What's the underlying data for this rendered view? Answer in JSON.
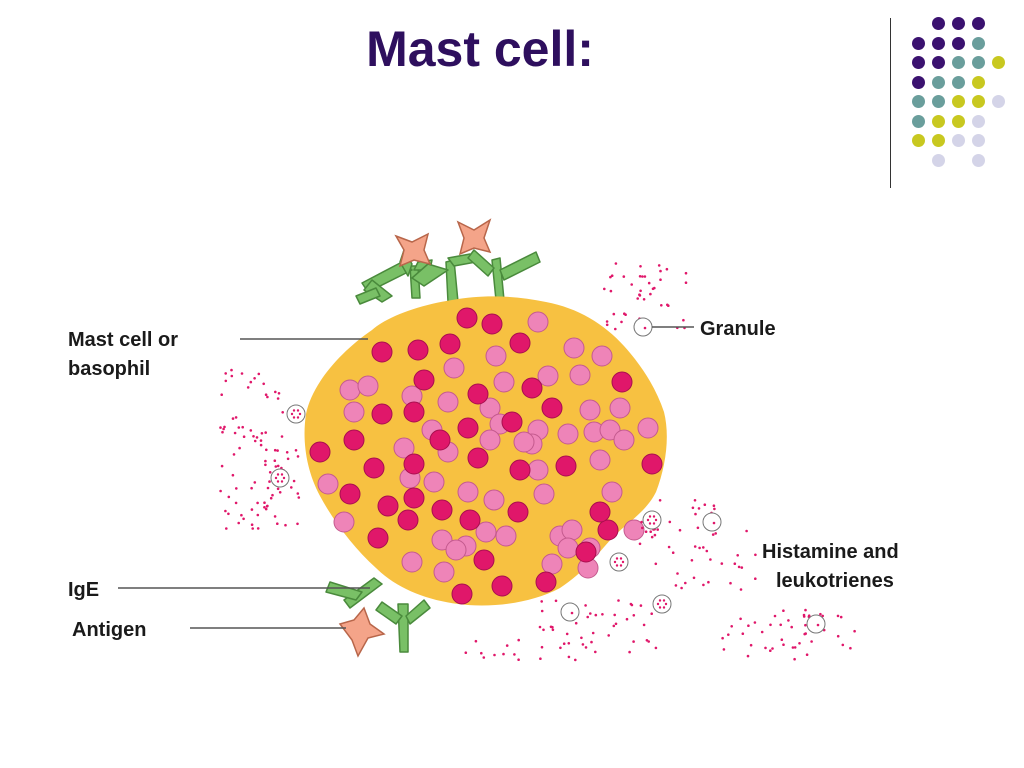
{
  "slide": {
    "title": "Mast cell:"
  },
  "labels": {
    "mast_cell_line1": "Mast cell or",
    "mast_cell_line2": "basophil",
    "granule": "Granule",
    "histamine_line1": "Histamine and",
    "histamine_line2": "leukotrienes",
    "ige": "IgE",
    "antigen": "Antigen"
  },
  "colors": {
    "title": "#2e0f5e",
    "cell_body": "#f7c141",
    "granule_dark": "#e0176a",
    "granule_light": "#ee84b8",
    "ige_receptor": "#79c066",
    "antigen": "#f4a489",
    "decor_purple": "#3b1270",
    "decor_teal": "#6a9e9c",
    "decor_yellow": "#c8c820",
    "decor_lavender": "#d4d4e8"
  }
}
